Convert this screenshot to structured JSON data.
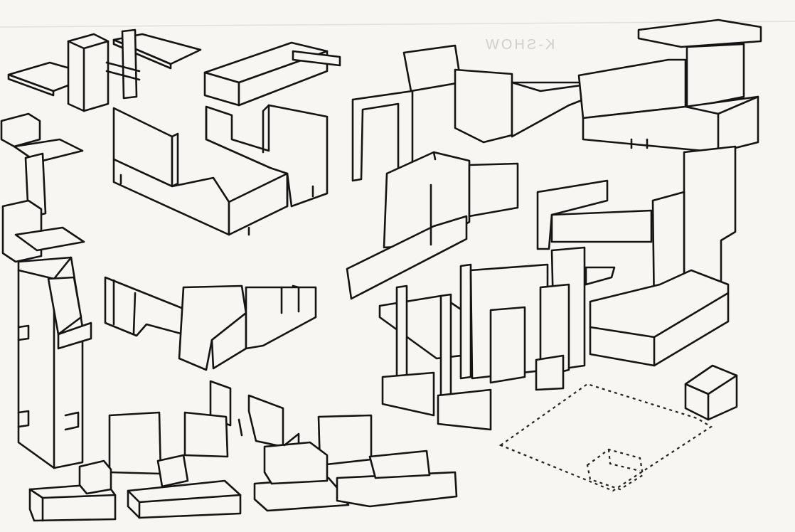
{
  "page": {
    "paper_color": "#f7f6f2",
    "ink_color": "#141414",
    "bleed_through_text": "K-SHOW"
  },
  "groups": [
    {
      "name": "upper-left-cluster"
    },
    {
      "name": "left-tower"
    },
    {
      "name": "upper-center-walls"
    },
    {
      "name": "center-walls"
    },
    {
      "name": "right-upper-stack"
    },
    {
      "name": "center-lower-frame"
    },
    {
      "name": "lower-blocks"
    },
    {
      "name": "dashed-footprint"
    }
  ]
}
